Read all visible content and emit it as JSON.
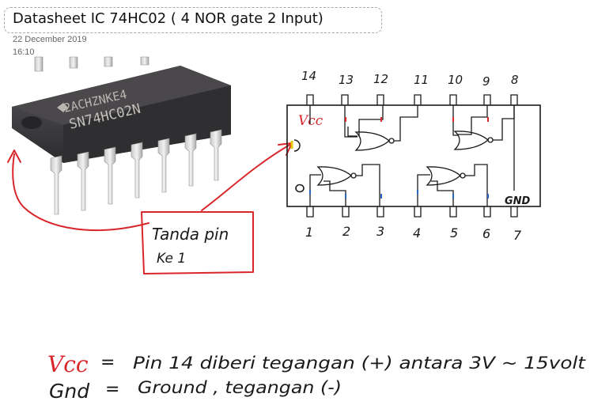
{
  "note": {
    "title": "Datasheet IC 74HC02  ( 4 NOR gate 2 Input)",
    "date": "22 December 2019",
    "time": "16:10"
  },
  "chip_photo": {
    "marking_line1": "2ACHZNKE4",
    "marking_line2": "SN74HC02N"
  },
  "pinout": {
    "top_pins": [
      "14",
      "13",
      "12",
      "11",
      "10",
      "9",
      "8"
    ],
    "bottom_pins": [
      "1",
      "2",
      "3",
      "4",
      "5",
      "6",
      "7"
    ],
    "vcc_label": "Vcc",
    "gnd_label": "GND"
  },
  "annotation": {
    "line1": "Tanda pin",
    "line2": "Ke 1"
  },
  "notes": {
    "vcc_term": "Vcc",
    "vcc_eq": "=",
    "vcc_text": "Pin 14 diberi tegangan (+) antara 3V ~ 15volt",
    "gnd_term": "Gnd",
    "gnd_eq": "=",
    "gnd_text": "Ground , tegangan (-)"
  },
  "colors": {
    "ink_red": "#d9262b",
    "ink_black": "#1a1a1a",
    "chip_body": "#3d3b3e"
  }
}
